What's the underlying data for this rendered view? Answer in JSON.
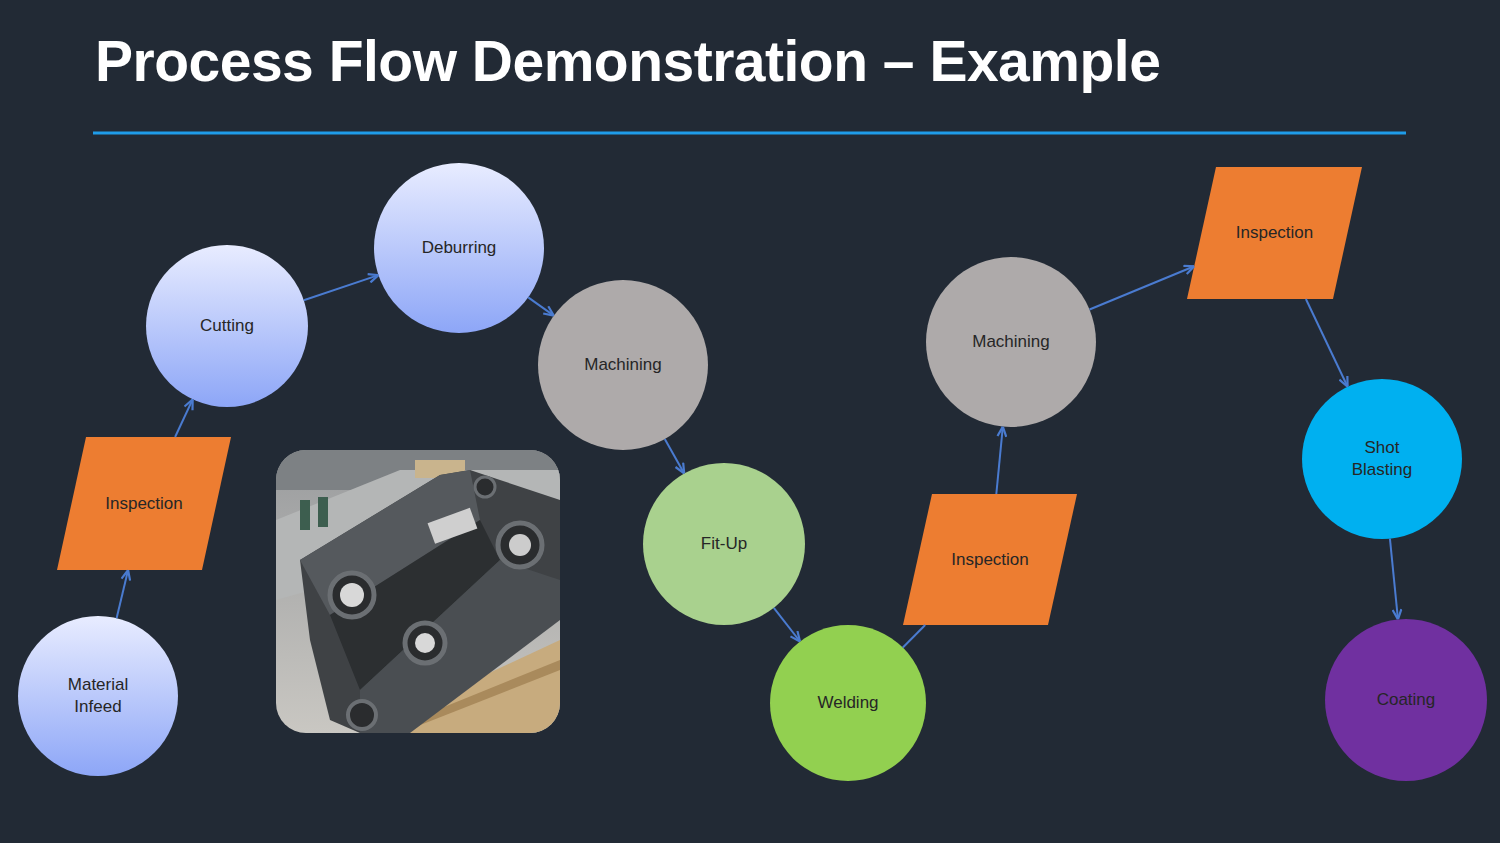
{
  "diagram": {
    "title": "Process Flow Demonstration – Example",
    "nodes": [
      {
        "text": [
          "Material Infeed"
        ]
      },
      {
        "text": [
          "Inspection"
        ]
      },
      {
        "text": [
          "Cutting"
        ]
      },
      {
        "text": [
          "Deburring"
        ]
      },
      {
        "text": [
          "Machining"
        ]
      },
      {
        "text": [
          "Fit-Up"
        ]
      },
      {
        "text": [
          "Welding"
        ]
      },
      {
        "text": [
          "Inspection"
        ]
      },
      {
        "text": [
          "Machining"
        ]
      },
      {
        "text": [
          "Inspection"
        ]
      },
      {
        "text": [
          "Shot Blasting"
        ]
      },
      {
        "text": [
          "Coating"
        ]
      }
    ],
    "edges": [
      {
        "from": 0,
        "to": 1,
        "arrow": "to"
      },
      {
        "from": 1,
        "to": 2,
        "arrow": "to"
      },
      {
        "from": 2,
        "to": 3,
        "arrow": "to"
      },
      {
        "from": 3,
        "to": 4,
        "arrow": "to"
      },
      {
        "from": 4,
        "to": 5,
        "arrow": "to"
      },
      {
        "from": 5,
        "to": 6,
        "arrow": "to"
      },
      {
        "from": 6,
        "to": 7,
        "arrow": "none"
      },
      {
        "from": 7,
        "to": 8,
        "arrow": "to"
      },
      {
        "from": 8,
        "to": 9,
        "arrow": "to"
      },
      {
        "from": 9,
        "to": 10,
        "arrow": "to"
      },
      {
        "from": 10,
        "to": 11,
        "arrow": "to"
      }
    ]
  }
}
